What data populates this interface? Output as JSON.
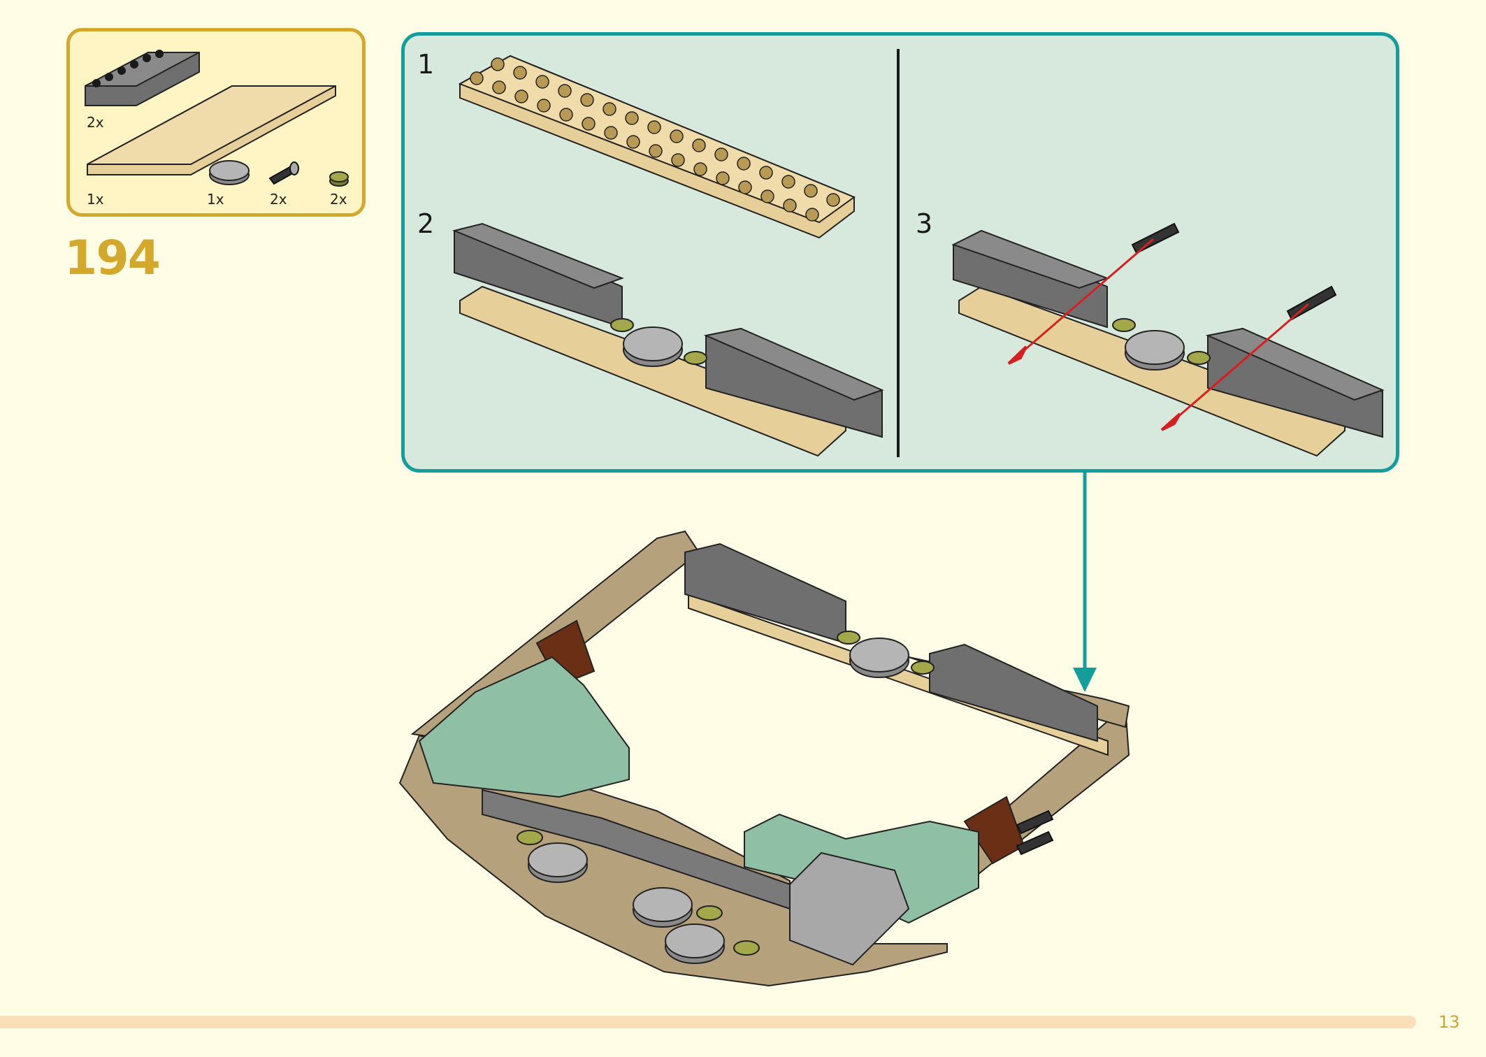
{
  "step": {
    "number": "194"
  },
  "parts": [
    {
      "qty": "2x",
      "icon": "dark-gray-technic-brick-icon"
    },
    {
      "qty": "1x",
      "icon": "tan-plate-icon"
    },
    {
      "qty": "1x",
      "icon": "round-gray-tile-icon"
    },
    {
      "qty": "2x",
      "icon": "black-pin-icon"
    },
    {
      "qty": "2x",
      "icon": "olive-round-plate-icon"
    }
  ],
  "substeps": [
    {
      "label": "1"
    },
    {
      "label": "2"
    },
    {
      "label": "3"
    }
  ],
  "page": {
    "number": "13"
  },
  "colors": {
    "background": "#fffde6",
    "parts_box_fill": "#fff4c4",
    "parts_box_border": "#d4a82a",
    "step_number": "#d4a82a",
    "panel_fill": "#d7e8dc",
    "panel_border": "#139e9c",
    "arrow_red": "#d62020",
    "footer_bar": "#fbdfb8",
    "page_number": "#c9a43a"
  }
}
